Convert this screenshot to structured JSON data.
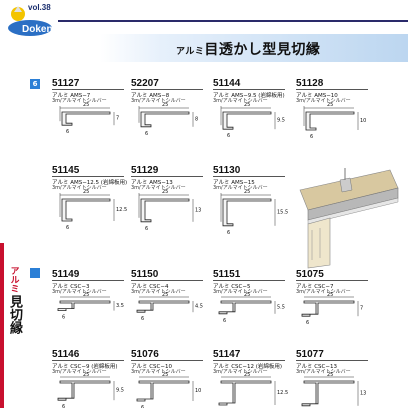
{
  "header": {
    "vol": "vol.38",
    "logo_text": "Doken",
    "title_prefix": "アルミ",
    "title_main": "目透かし型見切縁"
  },
  "sections": [
    {
      "mark": "6"
    },
    {
      "mark": ""
    }
  ],
  "sidebar": {
    "label_top": "アルミ",
    "label_main": "見切縁"
  },
  "items": [
    {
      "code": "51127",
      "name": "アルミ AMS−7",
      "spec": "3m/アルマイトシルバー",
      "w": "25",
      "h": "7",
      "b": "6"
    },
    {
      "code": "52207",
      "name": "アルミ AMS−8",
      "spec": "3m/アルマイトシルバー",
      "w": "25",
      "h": "8",
      "b": "6"
    },
    {
      "code": "51144",
      "name": "アルミ AMS−9.5 (岩綿板用)",
      "spec": "3m/アルマイトシルバー",
      "w": "25",
      "h": "9.5",
      "b": "6"
    },
    {
      "code": "51128",
      "name": "アルミ AMS−10",
      "spec": "3m/アルマイトシルバー",
      "w": "25",
      "h": "10",
      "b": "6"
    },
    {
      "code": "51145",
      "name": "アルミ AMS−12.5 (岩綿板用)",
      "spec": "3m/アルマイトシルバー",
      "w": "25",
      "h": "12.5",
      "b": "6"
    },
    {
      "code": "51129",
      "name": "アルミ AMS−13",
      "spec": "3m/アルマイトシルバー",
      "w": "25",
      "h": "13",
      "b": "6"
    },
    {
      "code": "51130",
      "name": "アルミ AMS−15",
      "spec": "3m/アルマイトシルバー",
      "w": "25",
      "h": "15.5",
      "b": "6"
    },
    {
      "code": "51149",
      "name": "アルミ CSC−3",
      "spec": "3m/アルマイトシルバー",
      "w": "25",
      "h": "3.5",
      "b": "6"
    },
    {
      "code": "51150",
      "name": "アルミ CSC−4",
      "spec": "3m/アルマイトシルバー",
      "w": "25",
      "h": "4.5",
      "b": "6"
    },
    {
      "code": "51151",
      "name": "アルミ CSC−5",
      "spec": "3m/アルマイトシルバー",
      "w": "25",
      "h": "5.5",
      "b": "6"
    },
    {
      "code": "51075",
      "name": "アルミ CSC−7",
      "spec": "3m/アルマイトシルバー",
      "w": "25",
      "h": "7",
      "b": "6"
    },
    {
      "code": "51146",
      "name": "アルミ CSC−9 (岩綿板用)",
      "spec": "3m/アルマイトシルバー",
      "w": "25",
      "h": "9.5",
      "b": "6"
    },
    {
      "code": "51076",
      "name": "アルミ CSC−10",
      "spec": "3m/アルマイトシルバー",
      "w": "25",
      "h": "10",
      "b": "6"
    },
    {
      "code": "51147",
      "name": "アルミ CSC−12 (岩綿板用)",
      "spec": "3m/アルマイトシルバー",
      "w": "25",
      "h": "12.5",
      "b": "6"
    },
    {
      "code": "51077",
      "name": "アルミ CSC−13",
      "spec": "3m/アルマイトシルバー",
      "w": "25",
      "h": "13",
      "b": "6"
    }
  ],
  "colors": {
    "accent_blue": "#2b7fd6",
    "accent_red": "#c8102e",
    "navy": "#1a2e6e"
  }
}
